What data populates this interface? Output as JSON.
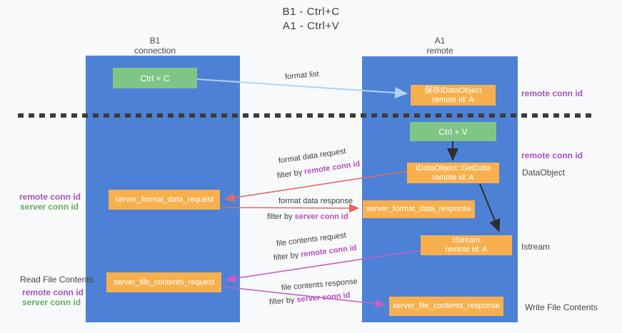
{
  "title": {
    "line1": "B1 - Ctrl+C",
    "line2": "A1 - Ctrl+V"
  },
  "columns": {
    "left": {
      "name": "B1",
      "subtitle": "connection"
    },
    "right": {
      "name": "A1",
      "subtitle": "remote"
    }
  },
  "nodes": {
    "ctrl_c": "Ctrl + C",
    "save_dataobject": {
      "line1": "保存IDataObject",
      "line2": "remote id: A"
    },
    "ctrl_v": "Ctrl + V",
    "getdata": {
      "line1": "IDataObject::GetData",
      "line2": "remote id: A"
    },
    "format_request": "server_format_data_request",
    "format_response": "server_format_data_response",
    "istream": {
      "line1": "IStream",
      "line2": "remote id: A"
    },
    "file_request": "server_file_contents_request",
    "file_response": "server_file_contents_response"
  },
  "edge_labels": {
    "format_list": "format list",
    "format_data_request": "format data request",
    "format_data_response": "format data response",
    "file_contents_request": "file contents request",
    "file_contents_response": "file contents response",
    "filter_by": "filter by ",
    "remote_conn_id": "remote conn id",
    "server_conn_id": "server conn id"
  },
  "side_labels": {
    "left_remote_conn_id_1": "remote conn id",
    "left_server_conn_id_1": "server conn id",
    "read_file_contents": "Read File Contents",
    "left_remote_conn_id_2": "remote conn id",
    "left_server_conn_id_2": "server conn id",
    "right_remote_conn_id_1": "remote conn id",
    "right_remote_conn_id_2": "remote conn id",
    "dataobject": "DataObject",
    "istream": "Istream",
    "write_file_contents": "Write File Contents"
  },
  "colors": {
    "column_blue": "#4d81d6",
    "box_green": "#7fc585",
    "box_orange": "#f8b04e",
    "arrow_red": "#e06a6a",
    "arrow_magenta": "#c65fc6",
    "arrow_light_blue": "#aed4f2",
    "arrow_black": "#2e2e2e",
    "purple_text": "#a653bd",
    "green_text": "#67ad5b"
  }
}
